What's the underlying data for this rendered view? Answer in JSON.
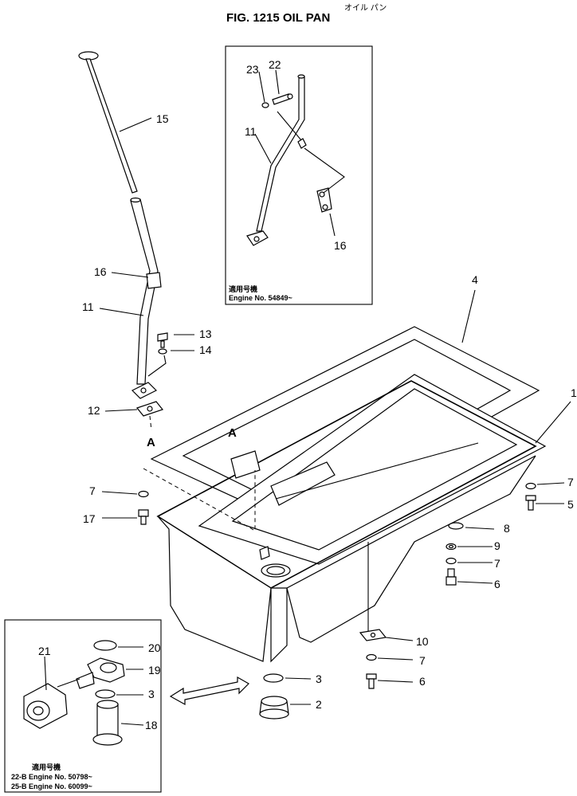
{
  "figure": {
    "title": "FIG. 1215  OIL  PAN",
    "subtitle_jp": "オイル パン"
  },
  "inset_top": {
    "note_jp": "適用号機",
    "note": "Engine No. 54849~"
  },
  "inset_bottom": {
    "note_jp": "適用号機",
    "note_line1": "22-B Engine No. 50798~",
    "note_line2": "25-B Engine No. 60099~"
  },
  "section_markers": [
    "A",
    "A"
  ],
  "callouts": {
    "c1": "1",
    "c2": "2",
    "c3": "3",
    "c3b": "3",
    "c4": "4",
    "c5": "5",
    "c6": "6",
    "c6b": "6",
    "c7a": "7",
    "c7b": "7",
    "c7c": "7",
    "c7d": "7",
    "c8": "8",
    "c9": "9",
    "c10": "10",
    "c11": "11",
    "c11b": "11",
    "c12": "12",
    "c13": "13",
    "c14": "14",
    "c15": "15",
    "c16": "16",
    "c16b": "16",
    "c17": "17",
    "c18": "18",
    "c19": "19",
    "c20": "20",
    "c21": "21",
    "c22": "22",
    "c23": "23"
  },
  "colors": {
    "ink": "#000000",
    "paper": "#ffffff"
  }
}
